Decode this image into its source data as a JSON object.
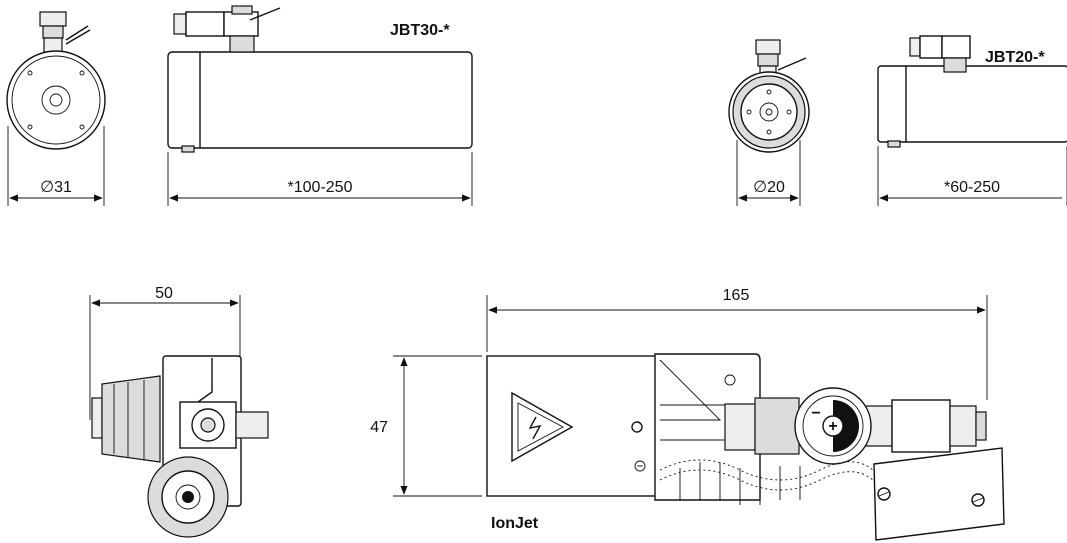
{
  "labels": {
    "model_a": "JBT30-*",
    "model_b": "JBT20-*",
    "product": "IonJet"
  },
  "dimensions": {
    "dia_a": "∅31",
    "len_a": "*100-250",
    "dia_b": "∅20",
    "len_b": "*60-250",
    "width_side": "50",
    "length_top": "165",
    "height_top": "47"
  },
  "colors": {
    "line": "#111111",
    "fill_light": "#eeeeee",
    "fill_mid": "#dcdcdc"
  },
  "icons": [
    "high-voltage-warning-icon",
    "plus-icon",
    "minus-icon"
  ]
}
